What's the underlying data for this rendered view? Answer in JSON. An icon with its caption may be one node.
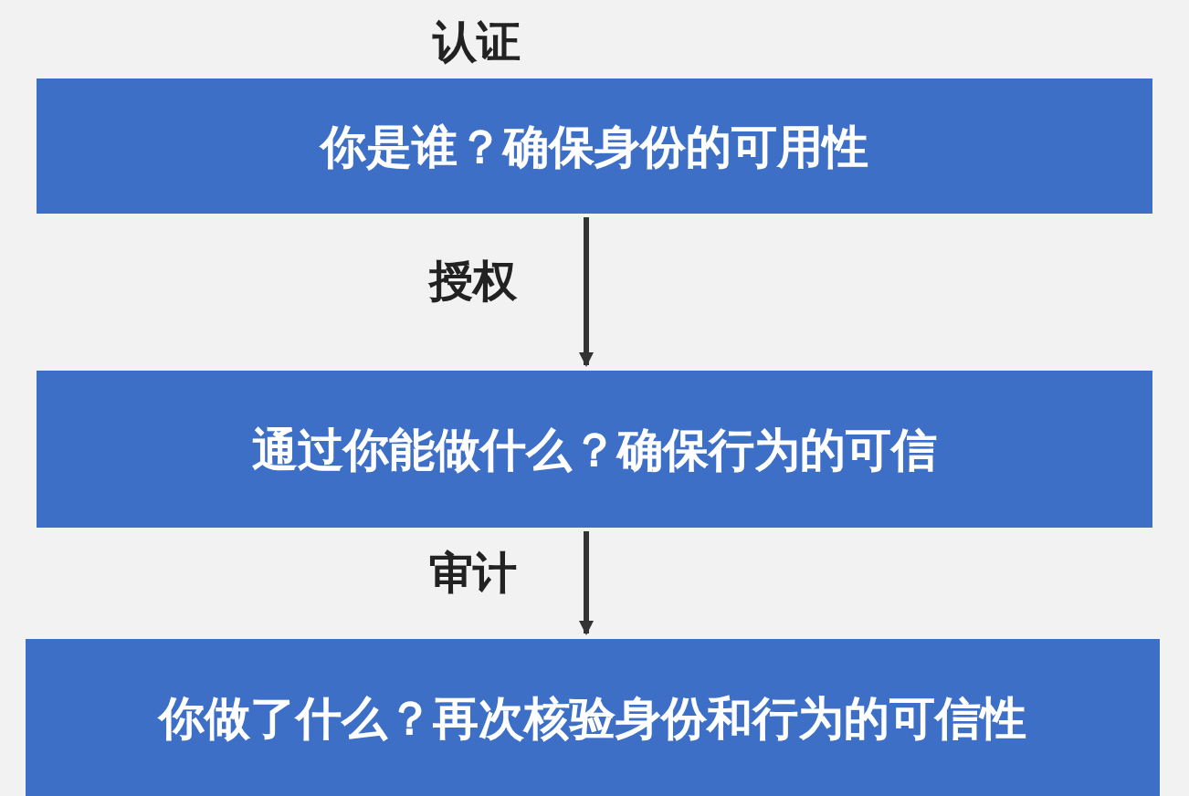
{
  "diagram": {
    "nodes": [
      {
        "text": [
          "你是谁？确保身份的可用性"
        ],
        "beside": [
          "认证"
        ]
      },
      {
        "text": [
          "通过你能做什么？确保行为的可信"
        ]
      },
      {
        "text": [
          "你做了什么？再次核验身份和行为的可信性"
        ]
      }
    ],
    "edges": [
      {
        "from": 0,
        "to": 1,
        "arrow": "to",
        "label": "授权"
      },
      {
        "from": 1,
        "to": 2,
        "arrow": "to",
        "label": "审计"
      }
    ]
  }
}
